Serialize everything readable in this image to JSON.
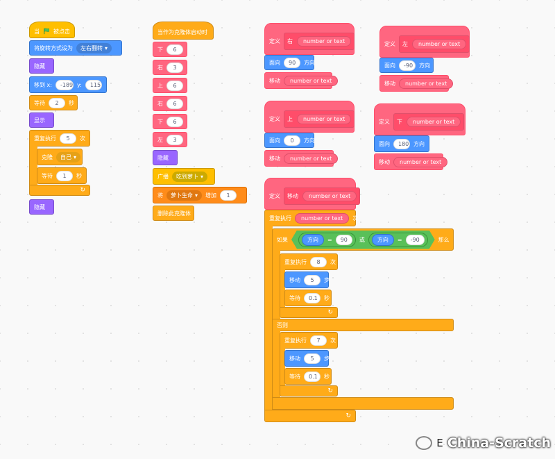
{
  "script1": {
    "when_flag": "当",
    "when_flag_suffix": "被点击",
    "rotation_label": "将旋转方式设为",
    "rotation_value": "左右翻转",
    "hide": "隐藏",
    "goto_label": "移到 x:",
    "goto_x": "-189",
    "goto_y_label": "y:",
    "goto_y": "115",
    "wait_label": "等待",
    "wait_value": "2",
    "wait_unit": "秒",
    "show": "显示",
    "repeat_label": "重复执行",
    "repeat_value": "5",
    "repeat_unit": "次",
    "clone_label": "克隆",
    "clone_value": "自己",
    "inner_wait_label": "等待",
    "inner_wait_value": "1",
    "inner_wait_unit": "秒",
    "hide2": "隐藏"
  },
  "script2": {
    "hat": "当作为克隆体启动时",
    "calls": [
      {
        "name": "下",
        "value": "6"
      },
      {
        "name": "右",
        "value": "3"
      },
      {
        "name": "上",
        "value": "6"
      },
      {
        "name": "右",
        "value": "6"
      },
      {
        "name": "下",
        "value": "6"
      },
      {
        "name": "左",
        "value": "3"
      }
    ],
    "hide": "隐藏",
    "broadcast_label": "广播",
    "broadcast_value": "吃到萝卜",
    "change_label": "将",
    "change_var": "萝卜生命",
    "change_by": "增加",
    "change_value": "1",
    "delete_clone": "删除此克隆体"
  },
  "defines": [
    {
      "define": "定义",
      "name": "右",
      "param": "number or text",
      "turn_label": "面向",
      "turn_value": "90",
      "turn_unit": "方向",
      "move_label": "移动",
      "move_param": "number or text"
    },
    {
      "define": "定义",
      "name": "左",
      "param": "number or text",
      "turn_label": "面向",
      "turn_value": "-90",
      "turn_unit": "方向",
      "move_label": "移动",
      "move_param": "number or text"
    },
    {
      "define": "定义",
      "name": "上",
      "param": "number or text",
      "turn_label": "面向",
      "turn_value": "0",
      "turn_unit": "方向",
      "move_label": "移动",
      "move_param": "number or text"
    },
    {
      "define": "定义",
      "name": "下",
      "param": "number or text",
      "turn_label": "面向",
      "turn_value": "180",
      "turn_unit": "方向",
      "move_label": "移动",
      "move_param": "number or text"
    }
  ],
  "move_def": {
    "define": "定义",
    "name": "移动",
    "param": "number or text",
    "repeat_label": "重复执行",
    "repeat_param": "number or text",
    "repeat_unit": "次",
    "if_label": "如果",
    "cond1_left": "方向",
    "cond1_op": "=",
    "cond1_right": "90",
    "or_label": "或",
    "cond2_left": "方向",
    "cond2_op": "=",
    "cond2_right": "-90",
    "then_label": "那么",
    "inner1_repeat_label": "重复执行",
    "inner1_repeat_value": "8",
    "inner1_repeat_unit": "次",
    "inner1_move_label": "移动",
    "inner1_move_value": "5",
    "inner1_move_unit": "步",
    "inner1_wait_label": "等待",
    "inner1_wait_value": "0.1",
    "inner1_wait_unit": "秒",
    "else_label": "否则",
    "inner2_repeat_label": "重复执行",
    "inner2_repeat_value": "7",
    "inner2_repeat_unit": "次",
    "inner2_move_label": "移动",
    "inner2_move_value": "5",
    "inner2_move_unit": "步",
    "inner2_wait_label": "等待",
    "inner2_wait_value": "0.1",
    "inner2_wait_unit": "秒"
  },
  "watermark": {
    "text": "China-Scratch",
    "prefix": "E"
  },
  "colors": {
    "events": "#ffbf00",
    "looks": "#9966ff",
    "motion": "#4c97ff",
    "control": "#ffab19",
    "variables": "#ff8c1a",
    "operators": "#59c059",
    "myblocks": "#ff6680"
  }
}
